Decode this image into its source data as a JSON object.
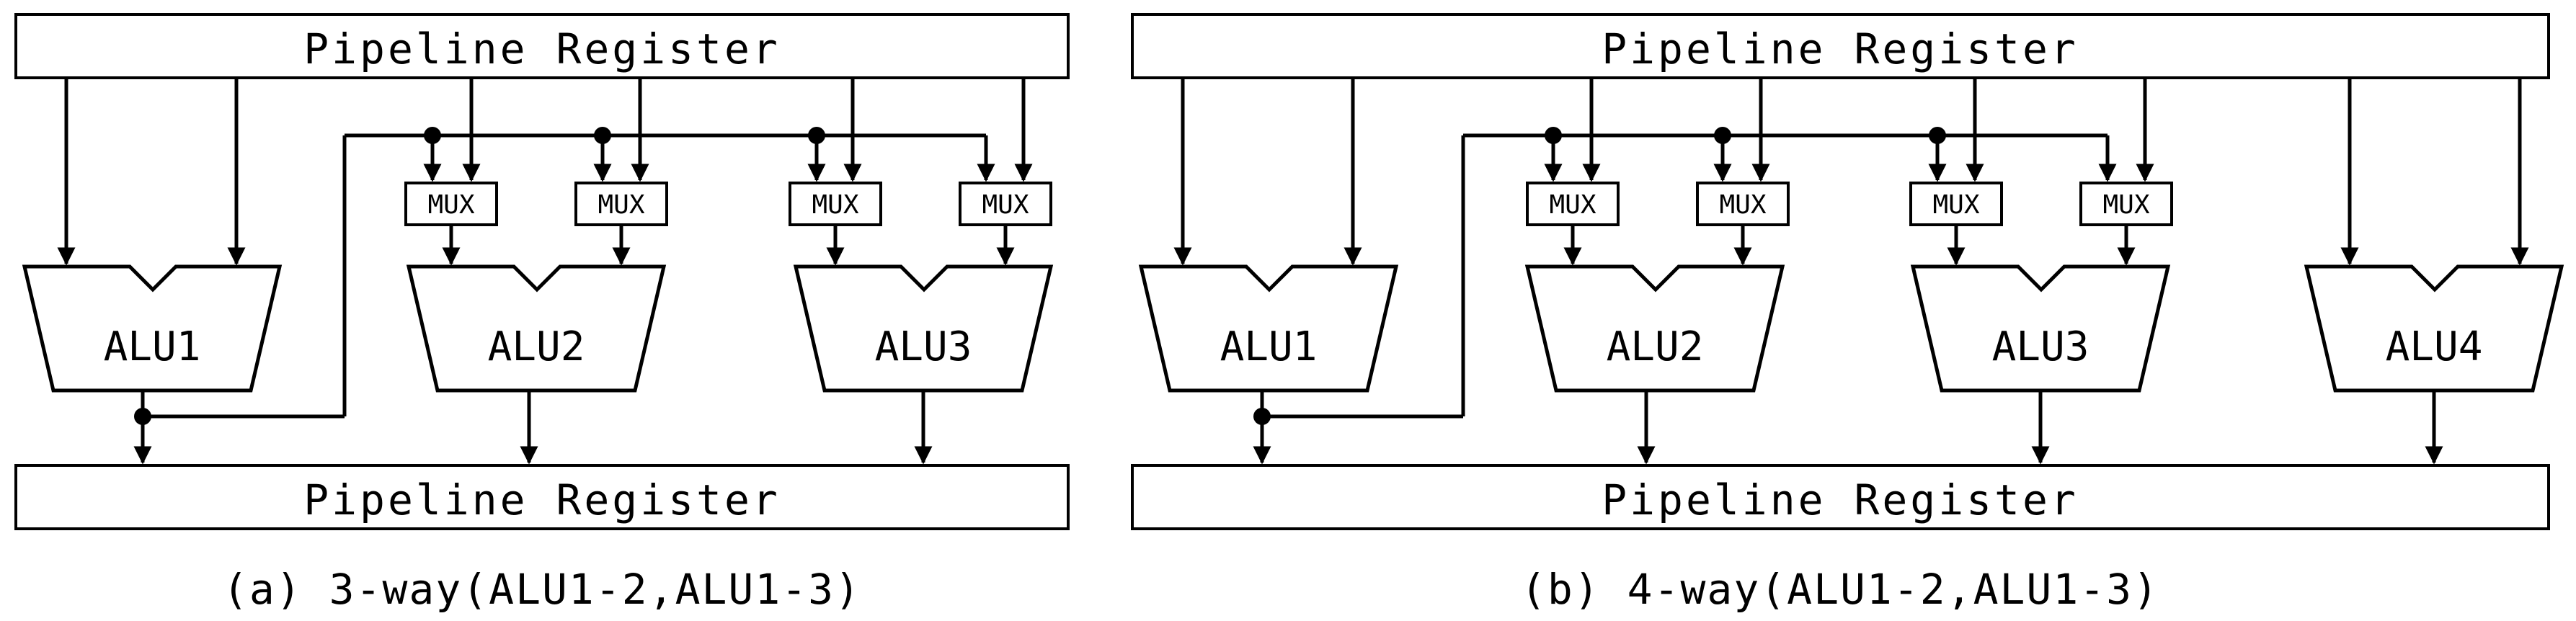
{
  "diagrams": [
    {
      "top_register": "Pipeline Register",
      "bottom_register": "Pipeline Register",
      "alus": [
        "ALU1",
        "ALU2",
        "ALU3"
      ],
      "mux_label": "MUX",
      "caption": "(a) 3-way(ALU1-2,ALU1-3)"
    },
    {
      "top_register": "Pipeline Register",
      "bottom_register": "Pipeline Register",
      "alus": [
        "ALU1",
        "ALU2",
        "ALU3",
        "ALU4"
      ],
      "mux_label": "MUX",
      "caption": "(b) 4-way(ALU1-2,ALU1-3)"
    }
  ]
}
